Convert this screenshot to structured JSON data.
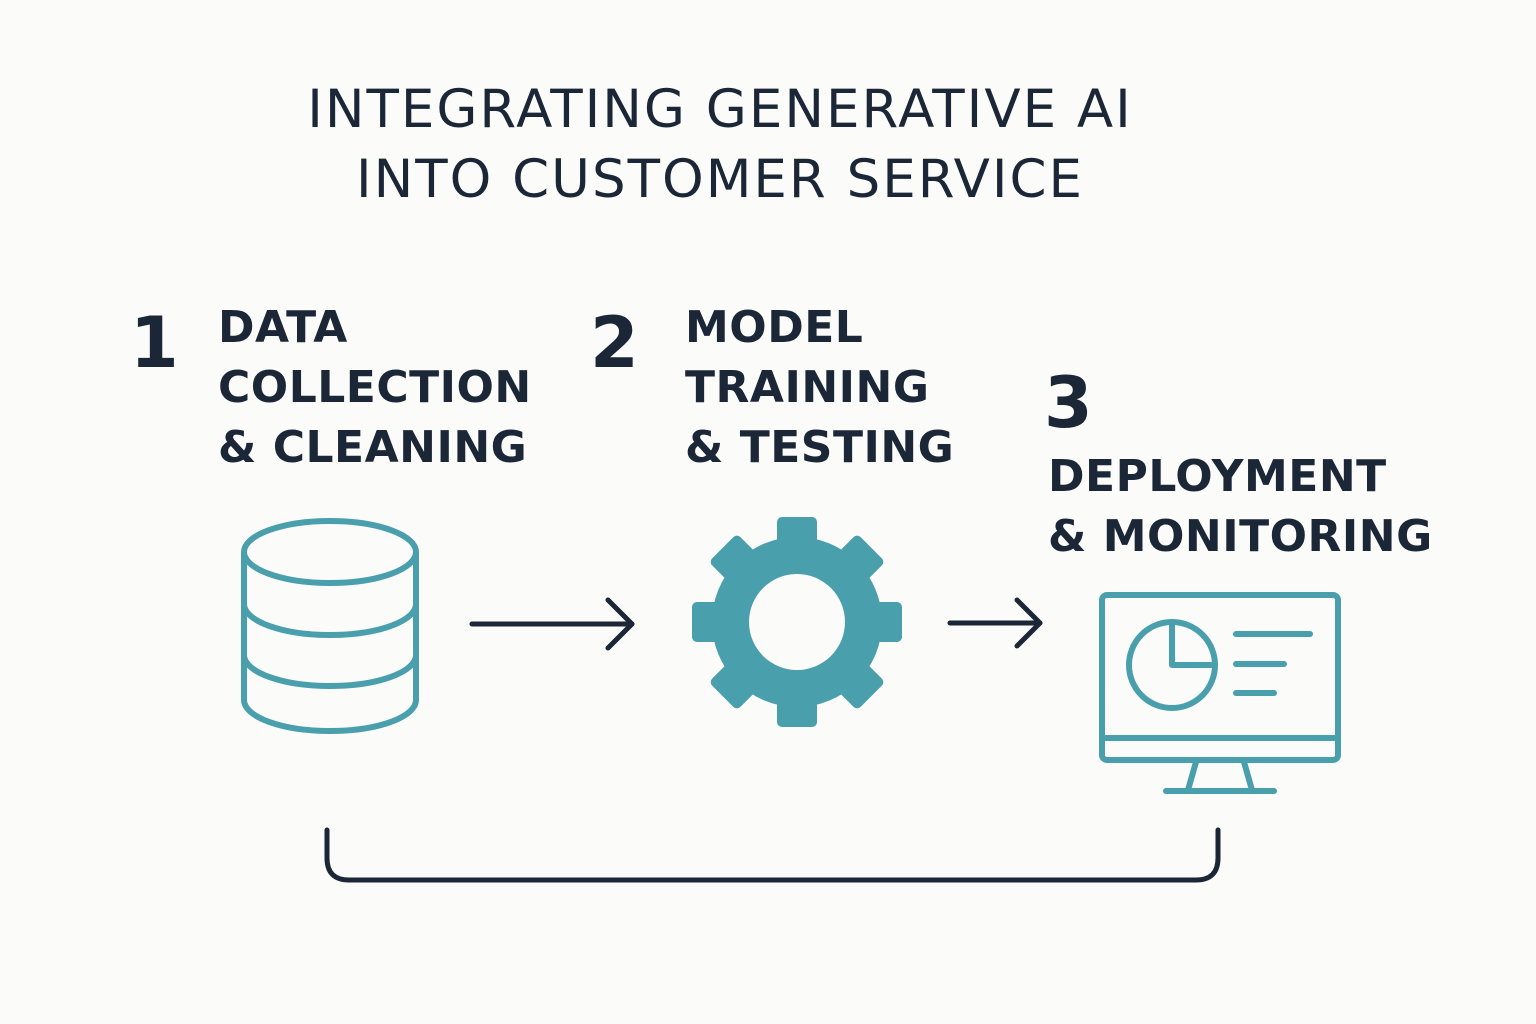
{
  "title": {
    "line1": "INTEGRATING GENERATIVE AI",
    "line2": "INTO CUSTOMER SERVICE"
  },
  "steps": [
    {
      "number": "1",
      "label_lines": [
        "DATA",
        "COLLECTION",
        "& CLEANING"
      ],
      "icon": "database-icon"
    },
    {
      "number": "2",
      "label_lines": [
        "MODEL",
        "TRAINING",
        "& TESTING"
      ],
      "icon": "gear-icon"
    },
    {
      "number": "3",
      "label_lines": [
        "DEPLOYMENT",
        "& MONITORING"
      ],
      "icon": "monitor-dashboard-icon"
    }
  ],
  "colors": {
    "accent": "#4a9fad",
    "text": "#1b2636",
    "background": "#fbfbf9"
  }
}
